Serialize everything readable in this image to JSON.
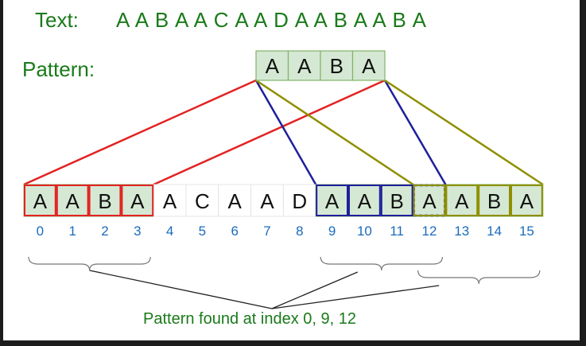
{
  "header": {
    "text_label": "Text:",
    "text_sequence": "A A B A A C A A D A A B A A B A",
    "pattern_label": "Pattern:"
  },
  "pattern": [
    "A",
    "A",
    "B",
    "A"
  ],
  "text_cells": [
    "A",
    "A",
    "B",
    "A",
    "A",
    "C",
    "A",
    "A",
    "D",
    "A",
    "A",
    "B",
    "A",
    "A",
    "B",
    "A"
  ],
  "indices": [
    "0",
    "1",
    "2",
    "3",
    "4",
    "5",
    "6",
    "7",
    "8",
    "9",
    "10",
    "11",
    "12",
    "13",
    "14",
    "15"
  ],
  "matches": [
    {
      "start": 0,
      "color": "#e32222"
    },
    {
      "start": 9,
      "color": "#1f1f9c"
    },
    {
      "start": 12,
      "color": "#8f8f00"
    }
  ],
  "result": "Pattern found at index 0, 9, 12",
  "colors": {
    "label_green": "#1a7a1a",
    "cell_fill": "#d5e8d4",
    "cell_border": "#82b366",
    "index_blue": "#1a6bbd"
  }
}
